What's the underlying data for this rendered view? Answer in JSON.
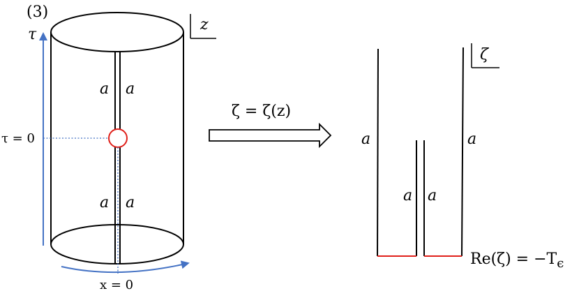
{
  "panel_label": "(3)",
  "left": {
    "frame_label": "z",
    "tau_axis_label": "τ",
    "tau_zero_label": "τ = 0",
    "x_zero_label": "x = 0",
    "cut_labels": [
      "a",
      "a",
      "a",
      "a"
    ]
  },
  "map_label": "ζ = ζ(z)",
  "right": {
    "frame_label": "ζ",
    "edge_labels": [
      "a",
      "a",
      "a",
      "a"
    ],
    "boundary_label": "Re(ζ) = −T",
    "boundary_subscript": "ϵ"
  },
  "colors": {
    "axis": "#4472c4",
    "highlight": "#e0201a",
    "ink": "#000000"
  }
}
